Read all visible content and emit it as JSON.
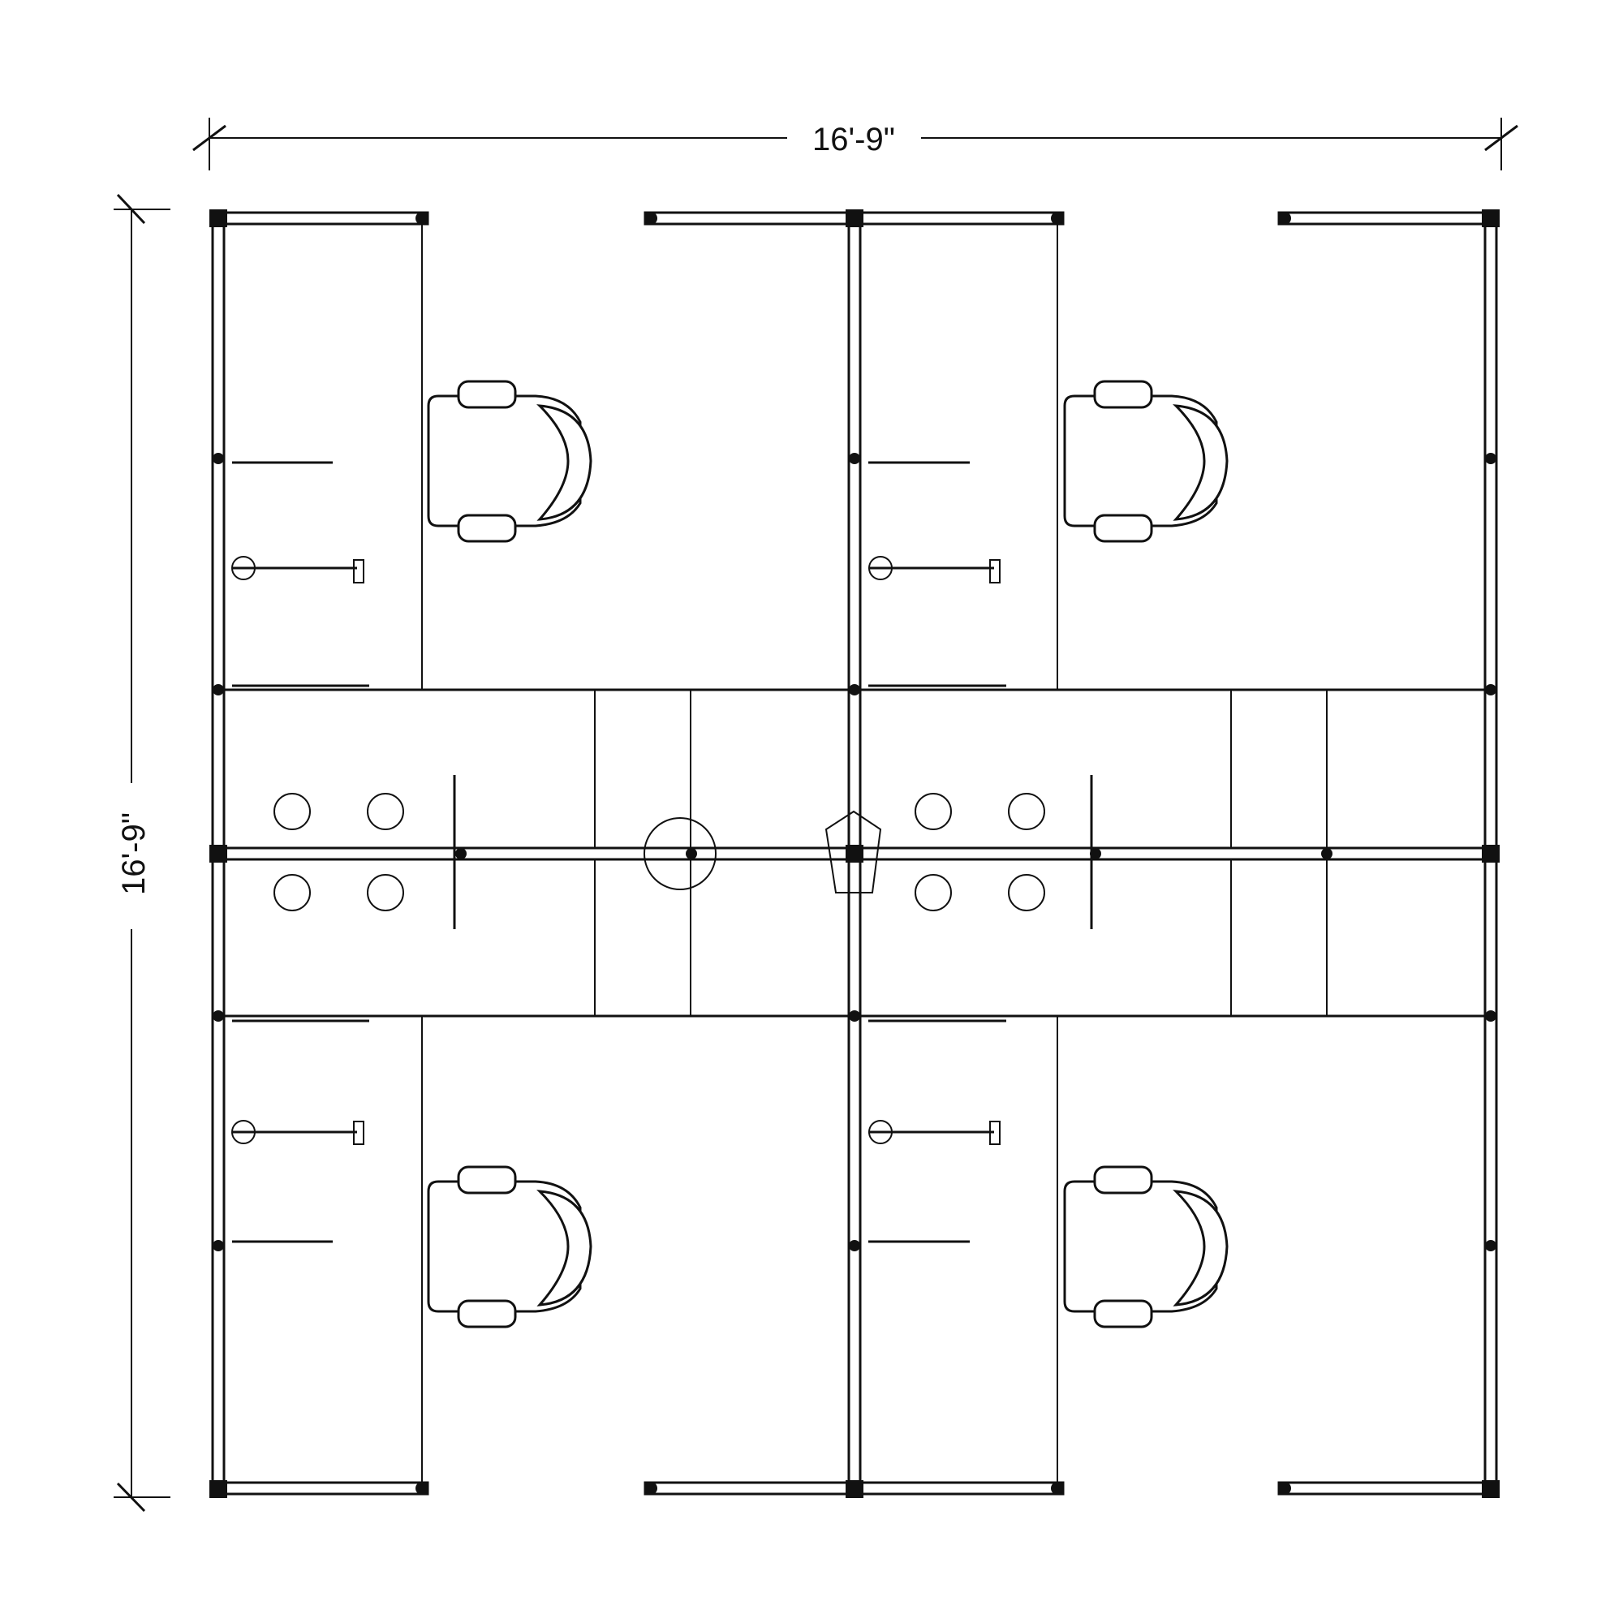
{
  "drawing": {
    "width_label": "16'-9\"",
    "height_label": "16'-9\""
  },
  "colors": {
    "line": "#111111",
    "background": "#ffffff"
  },
  "workstations": [
    {
      "position": "top-left",
      "chair": "desk-chair-icon"
    },
    {
      "position": "top-right",
      "chair": "desk-chair-icon"
    },
    {
      "position": "bottom-left",
      "chair": "desk-chair-icon"
    },
    {
      "position": "bottom-right",
      "chair": "desk-chair-icon"
    }
  ]
}
